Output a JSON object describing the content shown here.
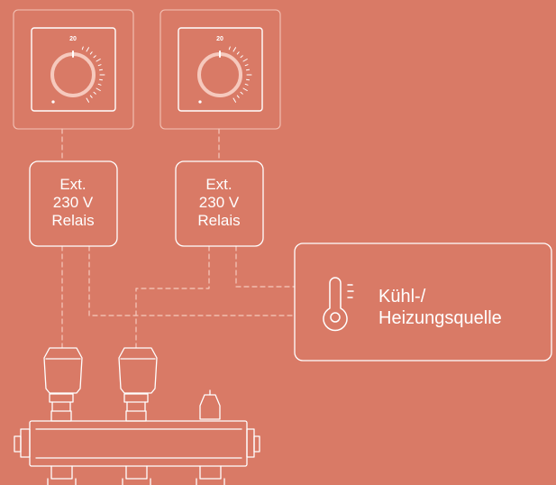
{
  "thermostats": [
    {
      "setpoint": "20"
    },
    {
      "setpoint": "20"
    }
  ],
  "relays": [
    {
      "line1": "Ext.",
      "line2": "230 V",
      "line3": "Relais"
    },
    {
      "line1": "Ext.",
      "line2": "230 V",
      "line3": "Relais"
    }
  ],
  "source": {
    "line1": "Kühl-/",
    "line2": "Heizungsquelle",
    "icon": "thermometer-icon"
  },
  "colors": {
    "background": "#D97A66",
    "line": "#FFFFFF",
    "accent": "#F6C9BD"
  }
}
